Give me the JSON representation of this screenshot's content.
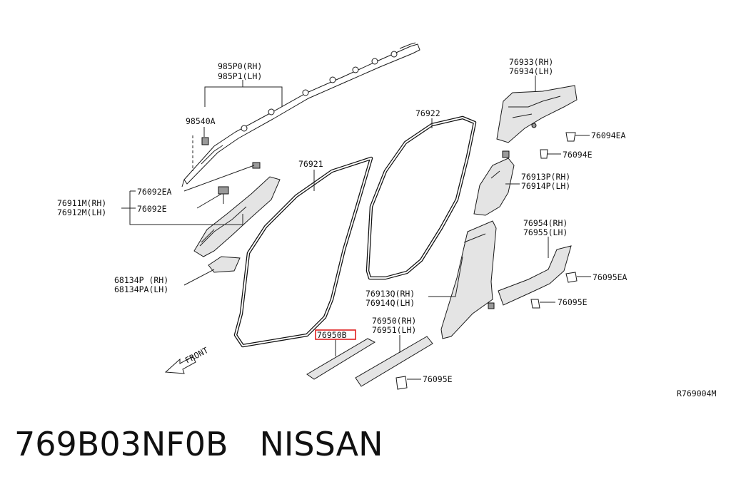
{
  "labels": {
    "airbag_rh": "985P0(RH)",
    "airbag_lh": "985P1(LH)",
    "clip_98540a": "98540A",
    "clip_76092ea": "76092EA",
    "clip_76092e": "76092E",
    "a_pillar_rh": "76911M(RH)",
    "a_pillar_lh": "76912M(LH)",
    "dash_side_rh": "68134P (RH)",
    "dash_side_lh": "68134PA(LH)",
    "weatherstrip_front": "76921",
    "weatherstrip_rear": "76922",
    "c_pillar_rh": "76933(RH)",
    "c_pillar_lh": "76934(LH)",
    "clip_76094ea": "76094EA",
    "clip_76094e": "76094E",
    "b_pillar_upper_rh": "76913P(RH)",
    "b_pillar_upper_lh": "76914P(LH)",
    "rear_kick_rh": "76954(RH)",
    "rear_kick_lh": "76955(LH)",
    "clip_76095ea": "76095EA",
    "clip_76095e_right": "76095E",
    "b_pillar_lower_rh": "76913Q(RH)",
    "b_pillar_lower_lh": "76914Q(LH)",
    "sill_plate_rh": "76950(RH)",
    "sill_plate_lh": "76951(LH)",
    "highlighted_part": "76950B",
    "clip_76095e_bottom": "76095E",
    "front_arrow": "FRONT",
    "diagram_ref": "R769004M"
  },
  "caption": "769B03NF0B   NISSAN",
  "colors": {
    "highlight": "#e02020",
    "ink": "#111111"
  }
}
